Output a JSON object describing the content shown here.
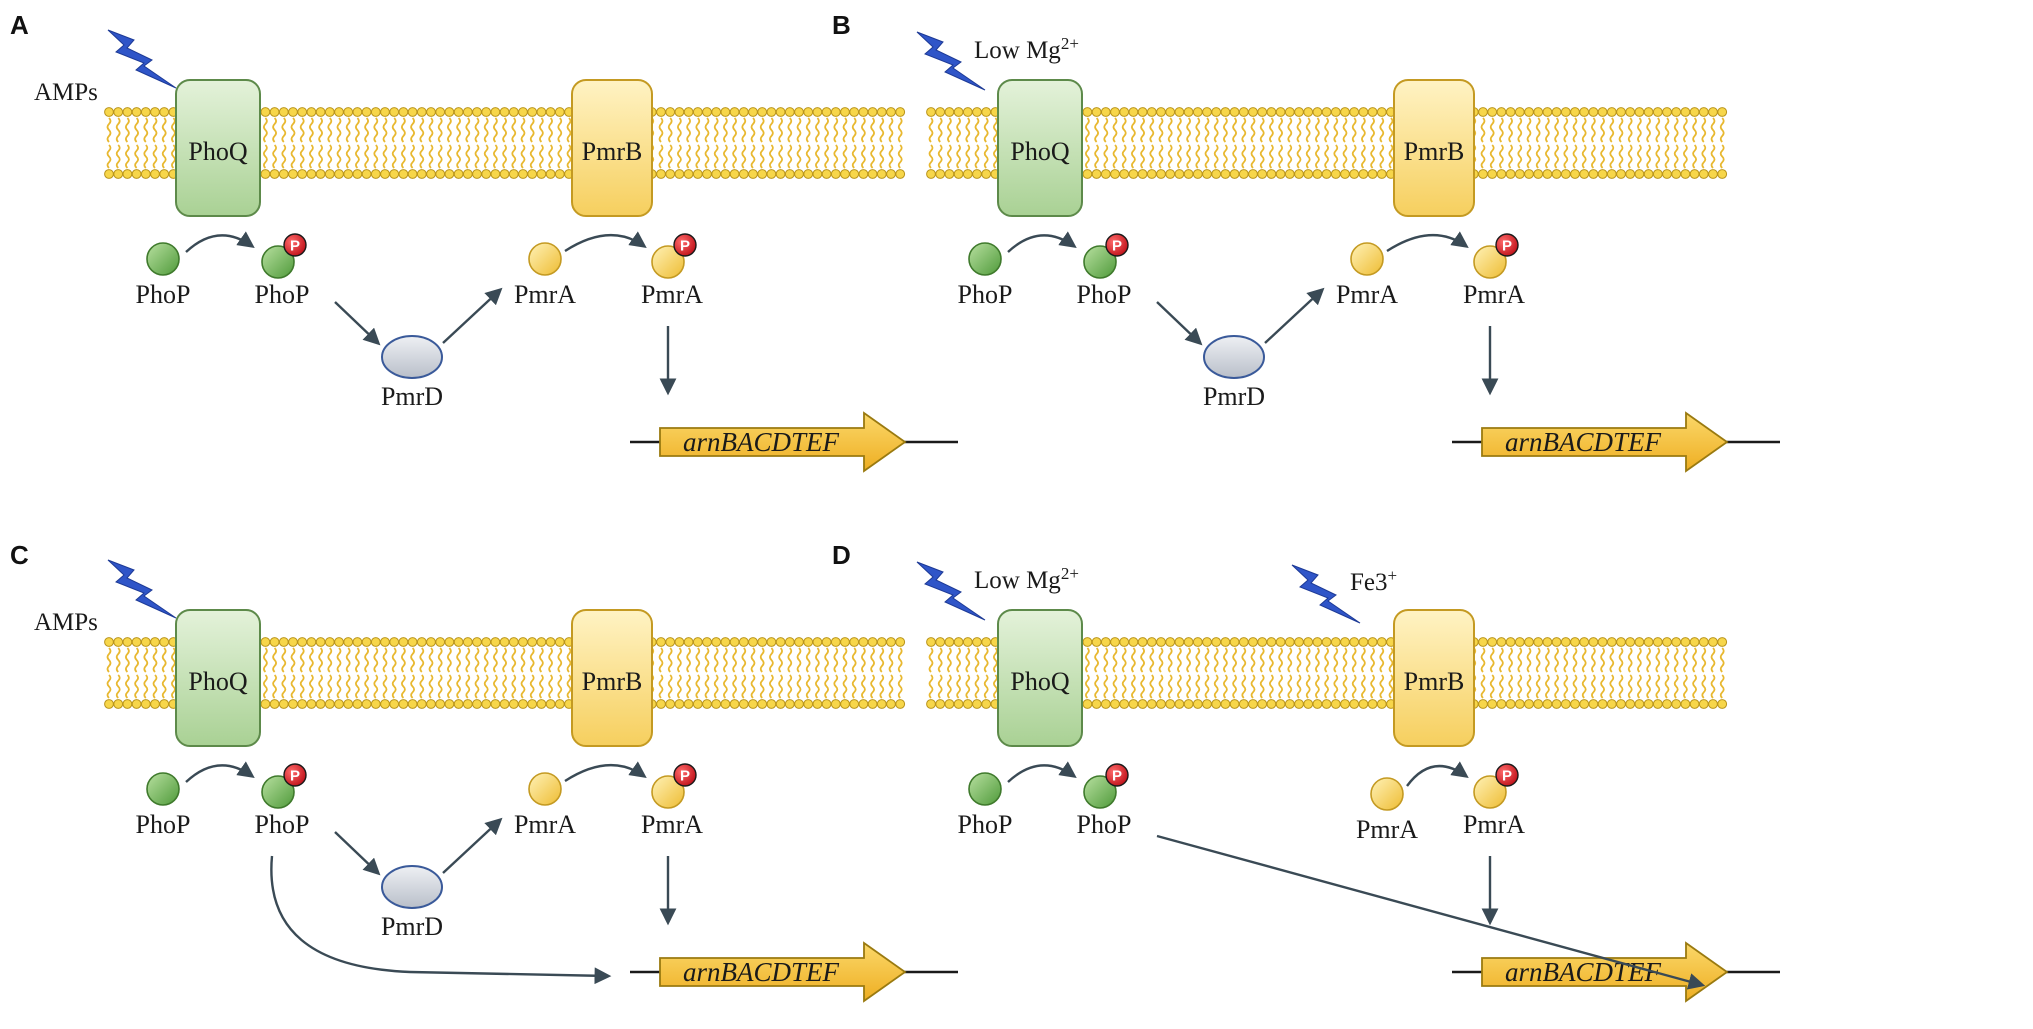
{
  "panels": [
    {
      "id": "A",
      "letter": "A",
      "stimuli": [
        {
          "text": "AMPs",
          "sup": "",
          "target": "PhoQ"
        }
      ],
      "phoq_label": "PhoQ",
      "pmrb_label": "PmrB",
      "phop_label": "PhoP",
      "phop_p_label": "PhoP",
      "pmra_label": "PmrA",
      "pmra_p_label": "PmrA",
      "pmrd_label": "PmrD",
      "phosphate_label": "P",
      "gene_label": "arnBACDTEF",
      "has_pmrd": true,
      "phop_direct_to_gene": false
    },
    {
      "id": "B",
      "letter": "B",
      "stimuli": [
        {
          "text": "Low Mg",
          "sup": "2+",
          "target": "PhoQ"
        }
      ],
      "phoq_label": "PhoQ",
      "pmrb_label": "PmrB",
      "phop_label": "PhoP",
      "phop_p_label": "PhoP",
      "pmra_label": "PmrA",
      "pmra_p_label": "PmrA",
      "pmrd_label": "PmrD",
      "phosphate_label": "P",
      "gene_label": "arnBACDTEF",
      "has_pmrd": true,
      "phop_direct_to_gene": false
    },
    {
      "id": "C",
      "letter": "C",
      "stimuli": [
        {
          "text": "AMPs",
          "sup": "",
          "target": "PhoQ"
        }
      ],
      "phoq_label": "PhoQ",
      "pmrb_label": "PmrB",
      "phop_label": "PhoP",
      "phop_p_label": "PhoP",
      "pmra_label": "PmrA",
      "pmra_p_label": "PmrA",
      "pmrd_label": "PmrD",
      "phosphate_label": "P",
      "gene_label": "arnBACDTEF",
      "has_pmrd": true,
      "phop_direct_to_gene": true
    },
    {
      "id": "D",
      "letter": "D",
      "stimuli": [
        {
          "text": "Low Mg",
          "sup": "2+",
          "target": "PhoQ"
        },
        {
          "text": "Fe3",
          "sup": "+",
          "target": "PmrB"
        }
      ],
      "phoq_label": "PhoQ",
      "pmrb_label": "PmrB",
      "phop_label": "PhoP",
      "phop_p_label": "PhoP",
      "pmra_label": "PmrA",
      "pmra_p_label": "PmrA",
      "pmrd_label": "",
      "phosphate_label": "P",
      "gene_label": "arnBACDTEF",
      "has_pmrd": false,
      "phop_direct_to_gene": true
    }
  ],
  "colors": {
    "membrane_head_fill": "#f7d64a",
    "membrane_head_stroke": "#b9941a",
    "membrane_tail": "#e8b830",
    "phoq_fill": "#cfe6c2",
    "phoq_stroke": "#5d8a4a",
    "pmrb_fill": "#fbe49a",
    "pmrb_stroke": "#c49a22",
    "phop_fill": "#7dbb5c",
    "pmra_fill": "#f6d46c",
    "pmrd_fill": "#d9dde4",
    "pmrd_stroke": "#3a5a9a",
    "phosphate_fill": "#e0242a",
    "arrow": "#3a4a55",
    "gene_fill": "#f5c23a",
    "gene_stroke": "#9a7a10",
    "bolt": "#2f55c8"
  }
}
